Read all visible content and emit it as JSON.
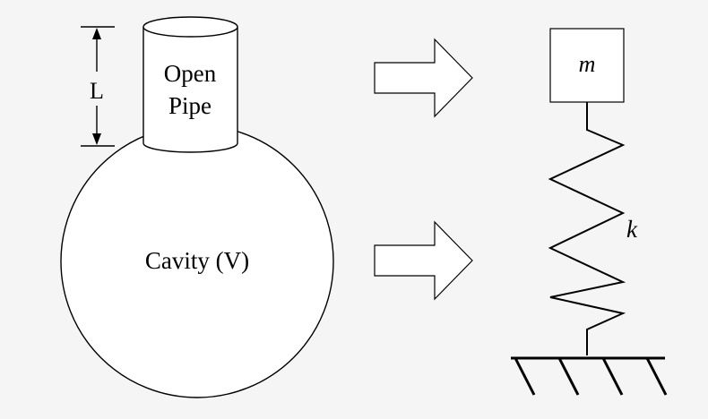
{
  "diagram": {
    "length_label": "L",
    "pipe_label_line1": "Open",
    "pipe_label_line2": "Pipe",
    "cavity_label": "Cavity (V)",
    "mass_label": "m",
    "spring_label": "k"
  },
  "colors": {
    "background": "#f5f5f5",
    "stroke": "#000000",
    "fill": "#ffffff"
  }
}
